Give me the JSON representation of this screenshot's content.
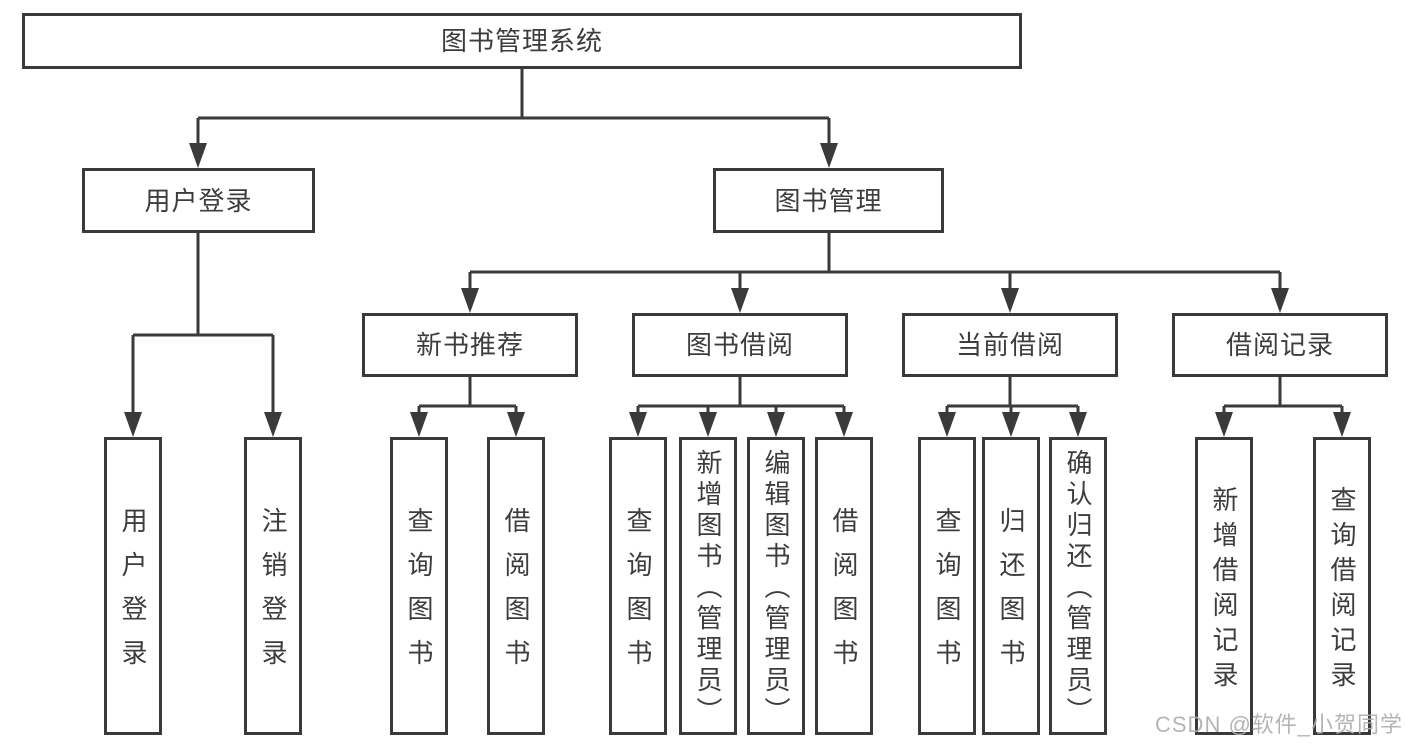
{
  "diagram": {
    "root": "图书管理系统",
    "user_branch": {
      "label": "用户登录",
      "leaves": [
        "用户登录",
        "注销登录"
      ]
    },
    "book_branch": {
      "label": "图书管理",
      "groups": [
        {
          "label": "新书推荐",
          "leaves": [
            "查询图书",
            "借阅图书"
          ]
        },
        {
          "label": "图书借阅",
          "leaves": [
            "查询图书",
            "新增图书（管理员）",
            "编辑图书（管理员）",
            "借阅图书"
          ]
        },
        {
          "label": "当前借阅",
          "leaves": [
            "查询图书",
            "归还图书",
            "确认归还（管理员）"
          ]
        },
        {
          "label": "借阅记录",
          "leaves": [
            "新增借阅记录",
            "查询借阅记录"
          ]
        }
      ]
    },
    "watermark": "CSDN @软件_小贺同学",
    "colors": {
      "line": "#3a3a3a",
      "text": "#3d3d3d",
      "background": "#ffffff",
      "watermark": "#afafaf"
    }
  }
}
